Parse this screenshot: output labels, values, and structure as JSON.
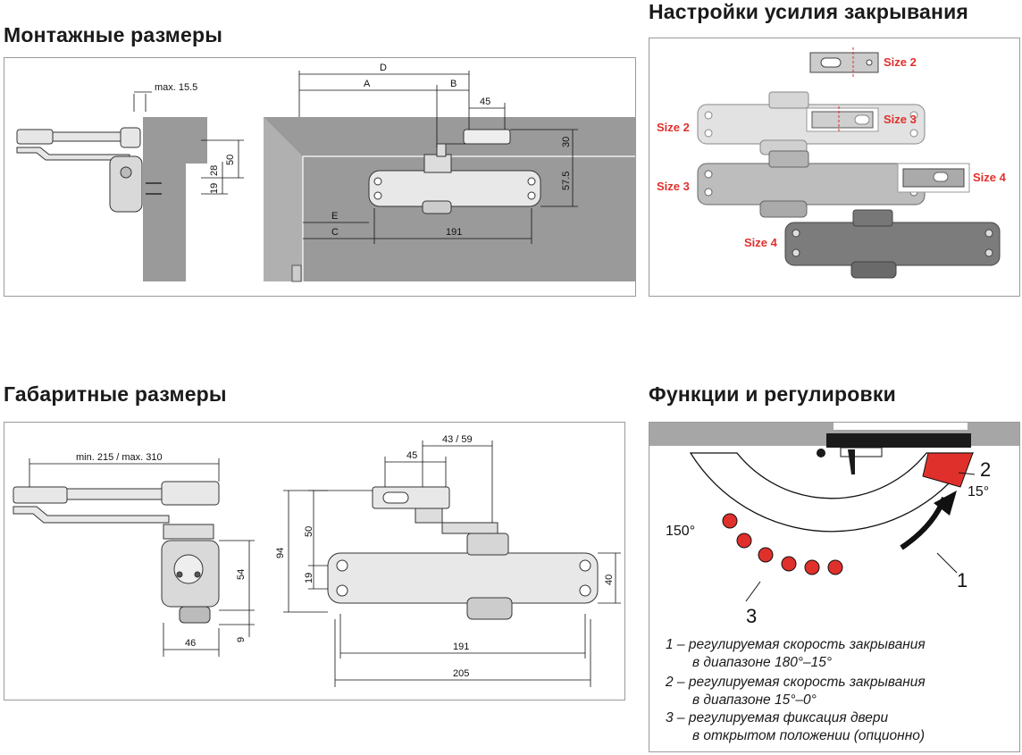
{
  "sections": {
    "mounting_title": "Монтажные размеры",
    "force_title": "Настройки усилия закрывания",
    "overall_title": "Габаритные размеры",
    "functions_title": "Функции и регулировки"
  },
  "mounting": {
    "max_label": "max. 15.5",
    "d": "D",
    "a": "A",
    "b": "B",
    "dim_45": "45",
    "dim_30": "30",
    "dim_57_5": "57.5",
    "dim_50": "50",
    "dim_28": "28",
    "dim_19": "19",
    "e": "E",
    "c": "C",
    "dim_191": "191"
  },
  "force": {
    "size2": "Size 2",
    "size3": "Size 3",
    "size4": "Size 4"
  },
  "overall": {
    "arm_range": "min. 215 / max. 310",
    "dim_43_59": "43 / 59",
    "dim_45": "45",
    "dim_50": "50",
    "dim_94": "94",
    "dim_19": "19",
    "dim_54": "54",
    "dim_9": "9",
    "dim_46": "46",
    "dim_191": "191",
    "dim_205": "205",
    "dim_40": "40"
  },
  "functions": {
    "angle_150": "150°",
    "angle_15": "15°",
    "num_1": "1",
    "num_2": "2",
    "num_3": "3",
    "legend": [
      "1 – регулируемая скорость закрывания",
      "в диапазоне 180°–15°",
      "2 – регулируемая скорость закрывания",
      "в диапазоне 15°–0°",
      "3 – регулируемая фиксация двери",
      "в открытом положении (опционно)"
    ]
  },
  "colors": {
    "accent_red": "#e0302c",
    "wall_gray": "#8f8f8f",
    "body_silver": "#c9c9c9",
    "body_dark": "#7c7c7c"
  }
}
